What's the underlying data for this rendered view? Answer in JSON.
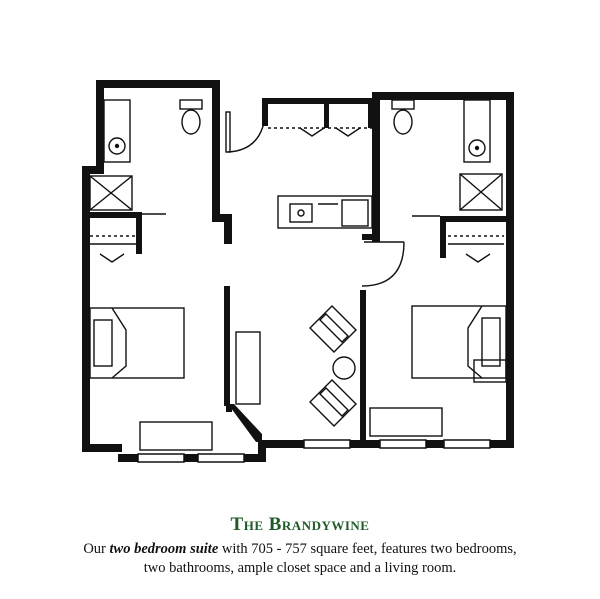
{
  "plan": {
    "title": "The Brandywine",
    "desc_intro": "Our ",
    "desc_emph": "two bedroom suite",
    "desc_line1_rest": " with 705 - 757 square feet, features two  bedrooms,",
    "desc_line2": "two bathrooms, ample closet space and a living room."
  },
  "colors": {
    "wall": "#111111",
    "title": "#1f5a2a"
  }
}
